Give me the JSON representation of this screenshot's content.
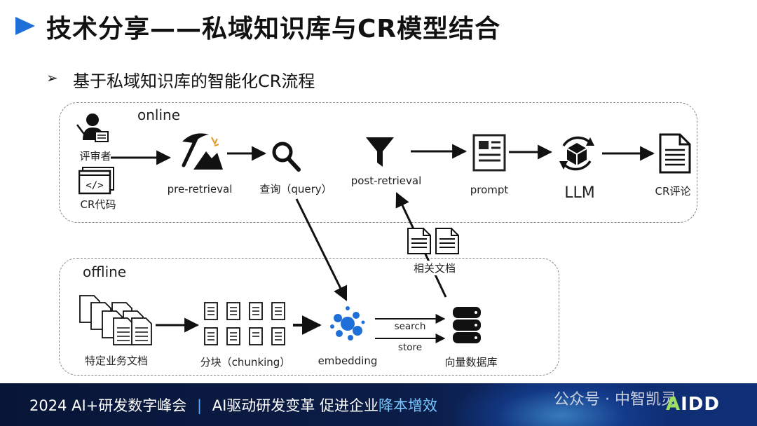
{
  "header": {
    "title": "技术分享——私域知识库与CR模型结合",
    "subtitle_marker": "➢",
    "subtitle": "基于私域知识库的智能化CR流程"
  },
  "online": {
    "label": "online",
    "reviewer": "评审者",
    "cr_code": "CR代码",
    "pre_retrieval": "pre-retrieval",
    "query": "查询（query）",
    "post_retrieval": "post-retrieval",
    "prompt": "prompt",
    "llm": "LLM",
    "cr_review": "CR评论"
  },
  "offline": {
    "label": "offline",
    "specific_docs": "特定业务文档",
    "chunking": "分块（chunking）",
    "embedding": "embedding",
    "search": "search",
    "store": "store",
    "vector_db": "向量数据库",
    "related_docs": "相关文档"
  },
  "footer": {
    "event": "2024 AI+研发数字峰会",
    "separator": "|",
    "slogan_a": "AI驱动研发变革  促进企业",
    "slogan_b": "降本增效",
    "watermark": "公众号 · 中智凯灵",
    "logo_a": "A",
    "logo_b": "IDD"
  },
  "colors": {
    "accent_blue": "#1f6fd8",
    "footer_bg": "#0b1d48",
    "icon_dark": "#333333"
  }
}
